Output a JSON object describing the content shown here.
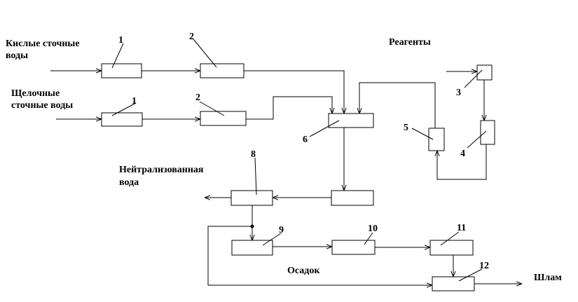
{
  "labels": {
    "acid_water_line1": "Кислые сточные",
    "acid_water_line2": "воды",
    "alkaline_water_line1": "Щелочные",
    "alkaline_water_line2": "сточные воды",
    "reagents": "Реагенты",
    "neutralized_water_line1": "Нейтрализованная",
    "neutralized_water_line2": "вода",
    "sediment": "Осадок",
    "sludge": "Шлам"
  },
  "numbers": {
    "n1_top": "1",
    "n2_top": "2",
    "n1_bottom": "1",
    "n2_bottom": "2",
    "n3": "3",
    "n4": "4",
    "n5": "5",
    "n6": "6",
    "n8": "8",
    "n9": "9",
    "n10": "10",
    "n11": "11",
    "n12": "12"
  }
}
